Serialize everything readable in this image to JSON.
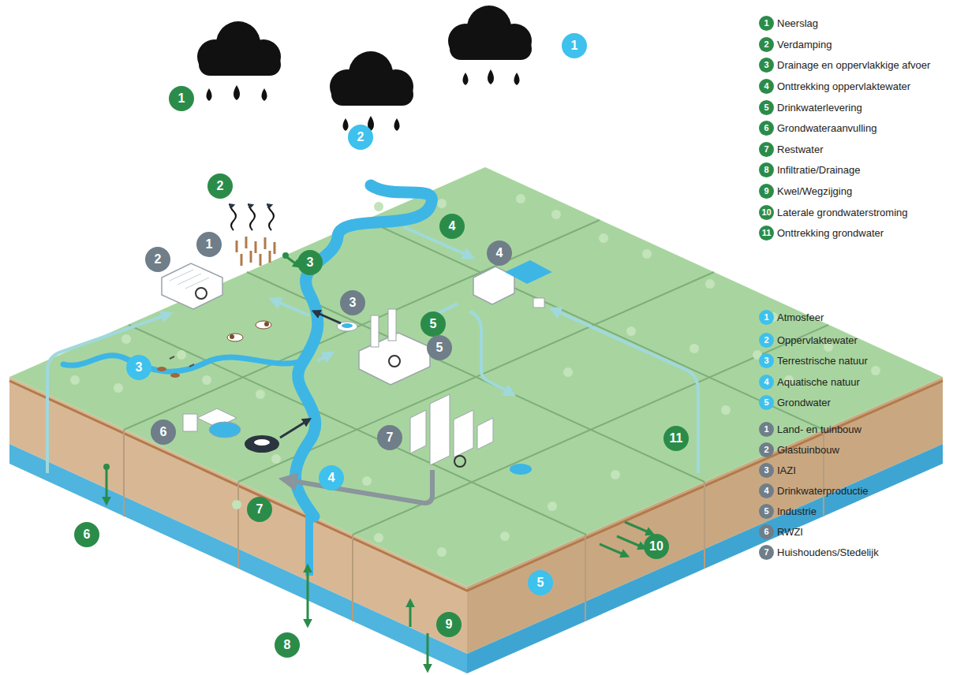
{
  "diagram": {
    "labels": [
      "1",
      "1",
      "2",
      "1",
      "2",
      "4",
      "3",
      "2",
      "3",
      "4",
      "5",
      "3",
      "5",
      "6",
      "7",
      "11",
      "6",
      "4",
      "7",
      "10",
      "5",
      "8",
      "9",
      "1",
      "2",
      "3",
      "4",
      "5",
      "6",
      "7",
      "8",
      "9",
      "10",
      "11",
      "1",
      "2",
      "3",
      "4",
      "5",
      "1",
      "2",
      "3",
      "4",
      "5",
      "6",
      "7"
    ],
    "legend": [
      {
        "text": "Neerslag",
        "color": "#2b8c4a"
      },
      {
        "text": "Verdamping",
        "color": "#2b8c4a"
      },
      {
        "text": "Drainage en oppervlakkige afvoer",
        "color": "#2b8c4a"
      },
      {
        "text": "Onttrekking oppervlaktewater",
        "color": "#2b8c4a"
      },
      {
        "text": "Drinkwaterlevering",
        "color": "#2b8c4a"
      },
      {
        "text": "Grondwateraanvulling",
        "color": "#2b8c4a"
      },
      {
        "text": "Restwater",
        "color": "#2b8c4a"
      },
      {
        "text": "Infiltratie/Drainage",
        "color": "#2b8c4a"
      },
      {
        "text": "Kwel/Wegzijging",
        "color": "#2b8c4a"
      },
      {
        "text": "Laterale grondwaterstroming",
        "color": "#2b8c4a"
      },
      {
        "text": "Onttrekking grondwater",
        "color": "#2b8c4a"
      },
      {
        "text": "Atmosfeer",
        "color": "#3ec1ec"
      },
      {
        "text": "Oppervlaktewater",
        "color": "#3ec1ec"
      },
      {
        "text": "Terrestrische natuur",
        "color": "#3ec1ec"
      },
      {
        "text": "Aquatische natuur",
        "color": "#3ec1ec"
      },
      {
        "text": "Grondwater",
        "color": "#3ec1ec"
      },
      {
        "text": "Land- en tuinbouw",
        "color": "#6f7e89"
      },
      {
        "text": "Glastuinbouw",
        "color": "#6f7e89"
      },
      {
        "text": "IAZI",
        "color": "#6f7e89"
      },
      {
        "text": "Drinkwaterproductie",
        "color": "#6f7e89"
      },
      {
        "text": "Industrie",
        "color": "#6f7e89"
      },
      {
        "text": "RWZI",
        "color": "#6f7e89"
      },
      {
        "text": "Huishoudens/Stedelijk",
        "color": "#6f7e89"
      }
    ]
  }
}
